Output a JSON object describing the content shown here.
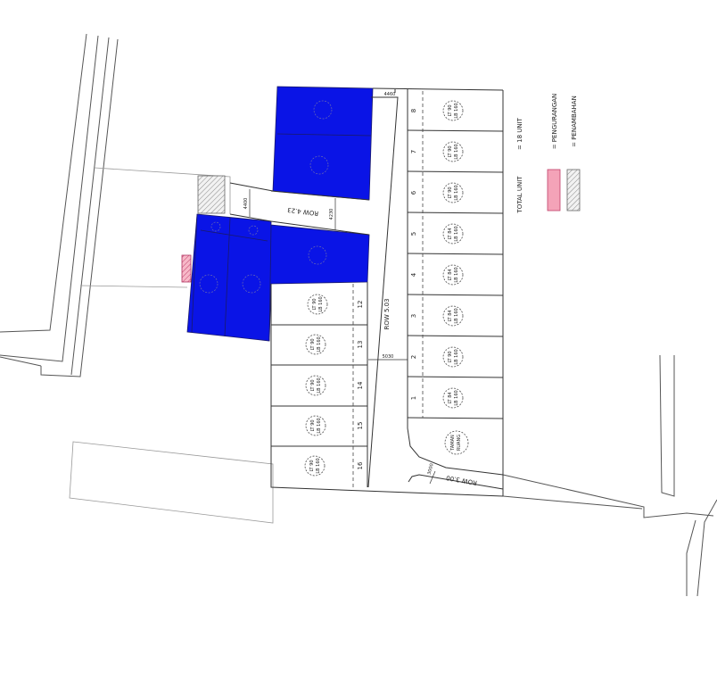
{
  "roads": {
    "main_row_label": "ROW 5.03",
    "main_row_width": "5030",
    "upper_row_label": "ROW 4.23",
    "upper_row_width_a": "4400",
    "upper_row_width_b": "4230",
    "top_width": "4460",
    "exit_row_label": "ROW 3.00",
    "exit_row_width": "3000"
  },
  "right_lots": [
    {
      "number": "8",
      "tag_line1": "LT 90",
      "tag_line2": "LB 160"
    },
    {
      "number": "7",
      "tag_line1": "LT 90",
      "tag_line2": "LB 160"
    },
    {
      "number": "6",
      "tag_line1": "LT 90",
      "tag_line2": "LB 160"
    },
    {
      "number": "5",
      "tag_line1": "LT 84",
      "tag_line2": "LB 160"
    },
    {
      "number": "4",
      "tag_line1": "LT 84",
      "tag_line2": "LB 160"
    },
    {
      "number": "3",
      "tag_line1": "LT 84",
      "tag_line2": "LB 160"
    },
    {
      "number": "2",
      "tag_line1": "LT 90",
      "tag_line2": "LB 160"
    },
    {
      "number": "1",
      "tag_line1": "LT 84",
      "tag_line2": "LB 160"
    }
  ],
  "left_lots": [
    {
      "number": "12",
      "tag_line1": "LT 90",
      "tag_line2": "LB 160"
    },
    {
      "number": "13",
      "tag_line1": "LT 90",
      "tag_line2": "LB 160"
    },
    {
      "number": "14",
      "tag_line1": "LT 90",
      "tag_line2": "LB 160"
    },
    {
      "number": "15",
      "tag_line1": "LT 90",
      "tag_line2": "LB 160"
    },
    {
      "number": "16",
      "tag_line1": "LT 90",
      "tag_line2": "LB 160"
    }
  ],
  "park": {
    "line1": "TAMAN",
    "line2": "RUANG"
  },
  "legend": {
    "total_label": "TOTAL UNIT",
    "total_value": "= 18 UNIT",
    "reduction_label": "= PENGURANGAN",
    "addition_label": "= PENAMBAHAN",
    "reduction_color": "#f4a3b8",
    "addition_color": "#dcdcdc"
  },
  "colors": {
    "blue_block": "#0a14e6",
    "line": "#333333"
  }
}
